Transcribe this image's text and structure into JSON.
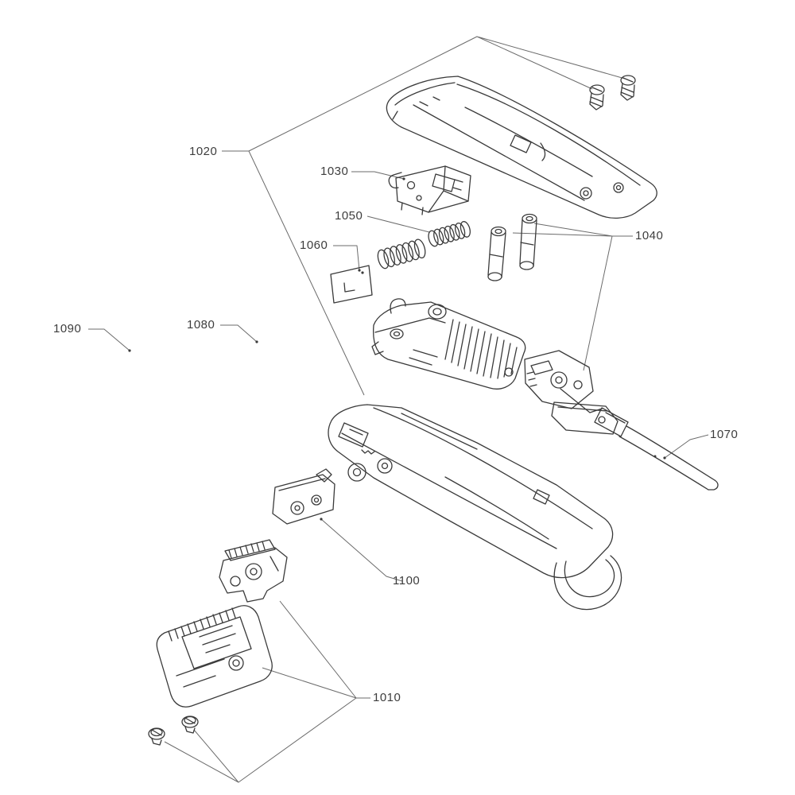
{
  "diagram": {
    "background_color": "#ffffff",
    "line_color": "#3a3a3a",
    "leader_line_color": "#6b6b6b",
    "label_color": "#3d3d3d",
    "labels": [
      {
        "id": "1020",
        "text": "1020"
      },
      {
        "id": "1030",
        "text": "1030"
      },
      {
        "id": "1050",
        "text": "1050"
      },
      {
        "id": "1060",
        "text": "1060"
      },
      {
        "id": "1040",
        "text": "1040"
      },
      {
        "id": "1090",
        "text": "1090"
      },
      {
        "id": "1080",
        "text": "1080"
      },
      {
        "id": "1070",
        "text": "1070"
      },
      {
        "id": "1100",
        "text": "1100"
      },
      {
        "id": "1010",
        "text": "1010"
      }
    ]
  }
}
